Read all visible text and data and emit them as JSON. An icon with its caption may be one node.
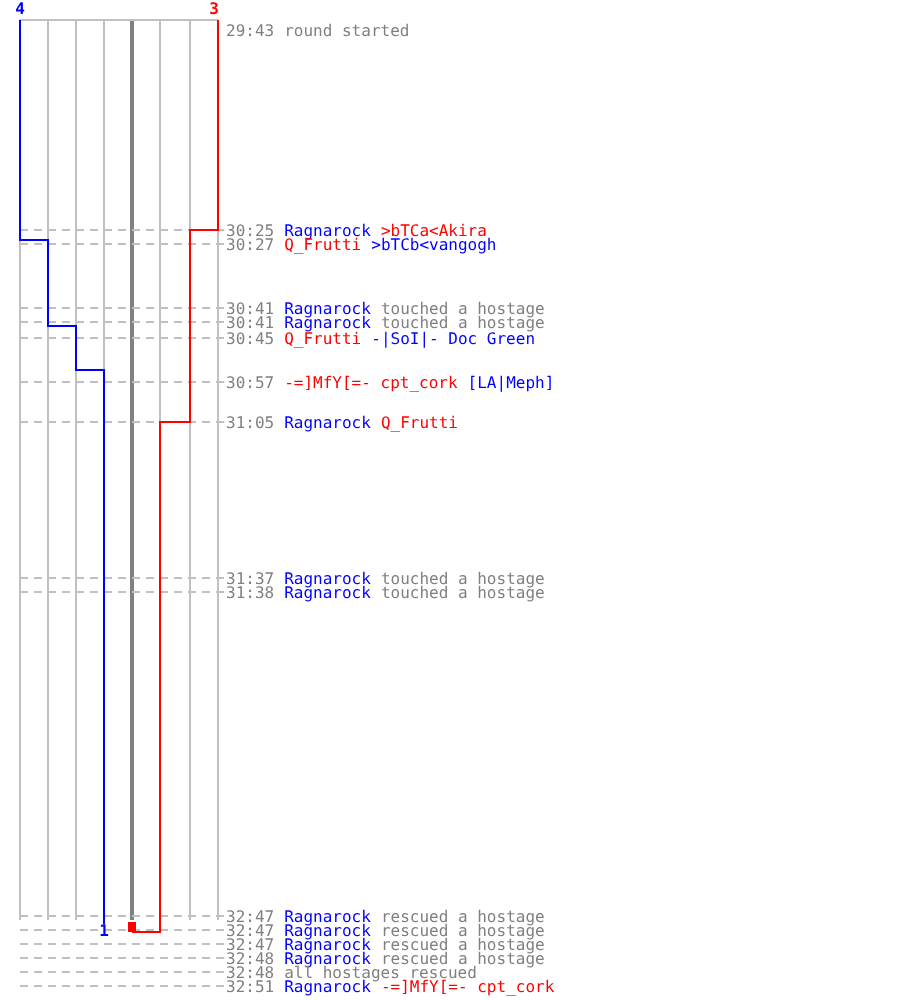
{
  "diagram": {
    "labels": [
      "4",
      "3",
      "29:43",
      "round started",
      "30:25",
      "Ragnarock",
      ">bTCa<Akira",
      "30:27",
      "Q_Frutti",
      ">bTCb<vangogh",
      "30:41",
      "Ragnarock",
      "touched a hostage",
      "30:41",
      "Ragnarock",
      "touched a hostage",
      "30:45",
      "Q_Frutti",
      "-|SoI|- Doc Green",
      "30:57",
      "-=]MfY[=- cpt_cork",
      "[LA|Meph]",
      "31:05",
      "Ragnarock",
      "Q_Frutti",
      "31:37",
      "Ragnarock",
      "touched a hostage",
      "31:38",
      "Ragnarock",
      "touched a hostage",
      "32:47",
      "Ragnarock",
      "rescued a hostage",
      "32:47",
      "Ragnarock",
      "rescued a hostage",
      "32:47",
      "Ragnarock",
      "rescued a hostage",
      "32:48",
      "Ragnarock",
      "rescued a hostage",
      "32:48",
      "all hostages rescued",
      "32:51",
      "Ragnarock",
      "-=]MfY[=- cpt_cork",
      "1"
    ]
  }
}
